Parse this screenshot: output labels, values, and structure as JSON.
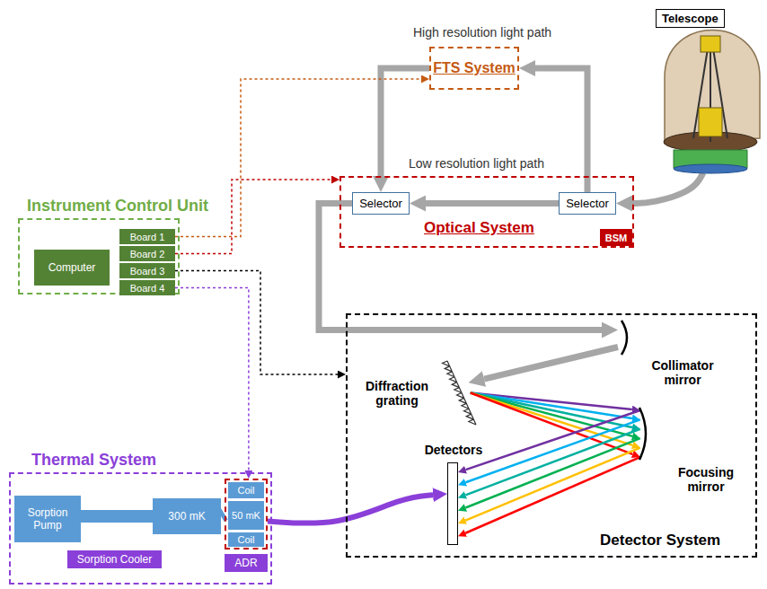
{
  "diagram": {
    "nodes": [
      {
        "text": [
          "Telescope"
        ]
      },
      {
        "text": [
          "FTS System"
        ]
      },
      {
        "text": [
          "Optical System"
        ]
      },
      {
        "text": [
          "Selector"
        ],
        "in": 2
      },
      {
        "text": [
          "Selector"
        ],
        "in": 2
      },
      {
        "text": [
          "BSM"
        ],
        "in": 2
      },
      {
        "text": [
          "Instrument Control Unit"
        ]
      },
      {
        "text": [
          "Computer"
        ],
        "in": 6
      },
      {
        "text": [
          "Board 1"
        ],
        "in": 6
      },
      {
        "text": [
          "Board 2"
        ],
        "in": 6
      },
      {
        "text": [
          "Board 3"
        ],
        "in": 6
      },
      {
        "text": [
          "Board 4"
        ],
        "in": 6
      },
      {
        "text": [
          "Thermal System"
        ]
      },
      {
        "text": [
          "Sorption Cooler"
        ],
        "in": 12
      },
      {
        "text": [
          "Sorption Pump"
        ],
        "in": 12
      },
      {
        "text": [
          "300 mK"
        ],
        "in": 12
      },
      {
        "text": [
          "ADR"
        ],
        "in": 12
      },
      {
        "text": [
          "Coil"
        ],
        "in": 16
      },
      {
        "text": [
          "50 mK"
        ],
        "in": 16
      },
      {
        "text": [
          "Coil"
        ],
        "in": 16
      },
      {
        "text": [
          "Detector System"
        ]
      },
      {
        "text": [
          "Collimator mirror"
        ],
        "in": 20
      },
      {
        "text": [
          "Diffraction grating"
        ],
        "in": 20
      },
      {
        "text": [
          "Focusing mirror"
        ],
        "in": 20
      },
      {
        "text": [
          "Detectors"
        ],
        "in": 20
      }
    ],
    "edges": [
      {
        "from": 0,
        "to": 4,
        "arrow": "to"
      },
      {
        "from": 4,
        "to": 1,
        "arrow": "to"
      },
      {
        "from": 1,
        "to": 3,
        "arrow": "to"
      },
      {
        "from": 4,
        "to": 3,
        "arrow": "to"
      },
      {
        "from": 3,
        "to": 21,
        "arrow": "to"
      },
      {
        "from": 21,
        "to": 22,
        "arrow": "to"
      },
      {
        "from": 22,
        "to": 23,
        "arrow": "to"
      },
      {
        "from": 23,
        "to": 24,
        "arrow": "to"
      },
      {
        "from": 8,
        "to": 1,
        "arrow": "to"
      },
      {
        "from": 9,
        "to": 2,
        "arrow": "to"
      },
      {
        "from": 10,
        "to": 20,
        "arrow": "to"
      },
      {
        "from": 11,
        "to": 16,
        "arrow": "to"
      },
      {
        "from": 16,
        "to": 24,
        "arrow": "to"
      },
      {
        "from": 14,
        "to": 15,
        "arrow": "none"
      },
      {
        "from": 15,
        "to": 16,
        "arrow": "none"
      }
    ],
    "labels": [
      "High resolution light path",
      "Low resolution light path"
    ]
  }
}
